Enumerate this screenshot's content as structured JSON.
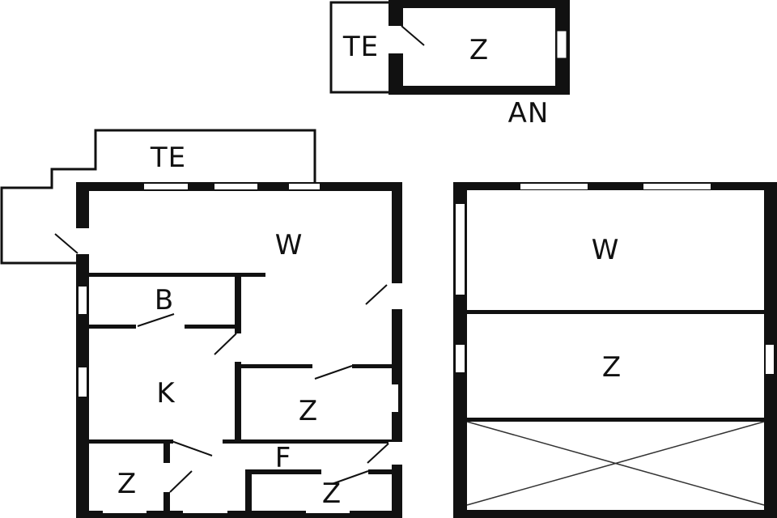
{
  "plan": {
    "annex": {
      "title": "AN",
      "rooms": [
        {
          "label": "TE"
        },
        {
          "label": "Z"
        }
      ]
    },
    "ground_floor": {
      "rooms": [
        {
          "label": "TE"
        },
        {
          "label": "W"
        },
        {
          "label": "B"
        },
        {
          "label": "K"
        },
        {
          "label": "Z"
        },
        {
          "label": "F"
        },
        {
          "label": "Z"
        },
        {
          "label": "Z"
        }
      ]
    },
    "upper_floor": {
      "rooms": [
        {
          "label": "W"
        },
        {
          "label": "Z"
        }
      ],
      "void_marker": "crossed-out area"
    }
  },
  "colors": {
    "wall": "#111111",
    "background": "#ffffff",
    "window": "#ffffff"
  }
}
